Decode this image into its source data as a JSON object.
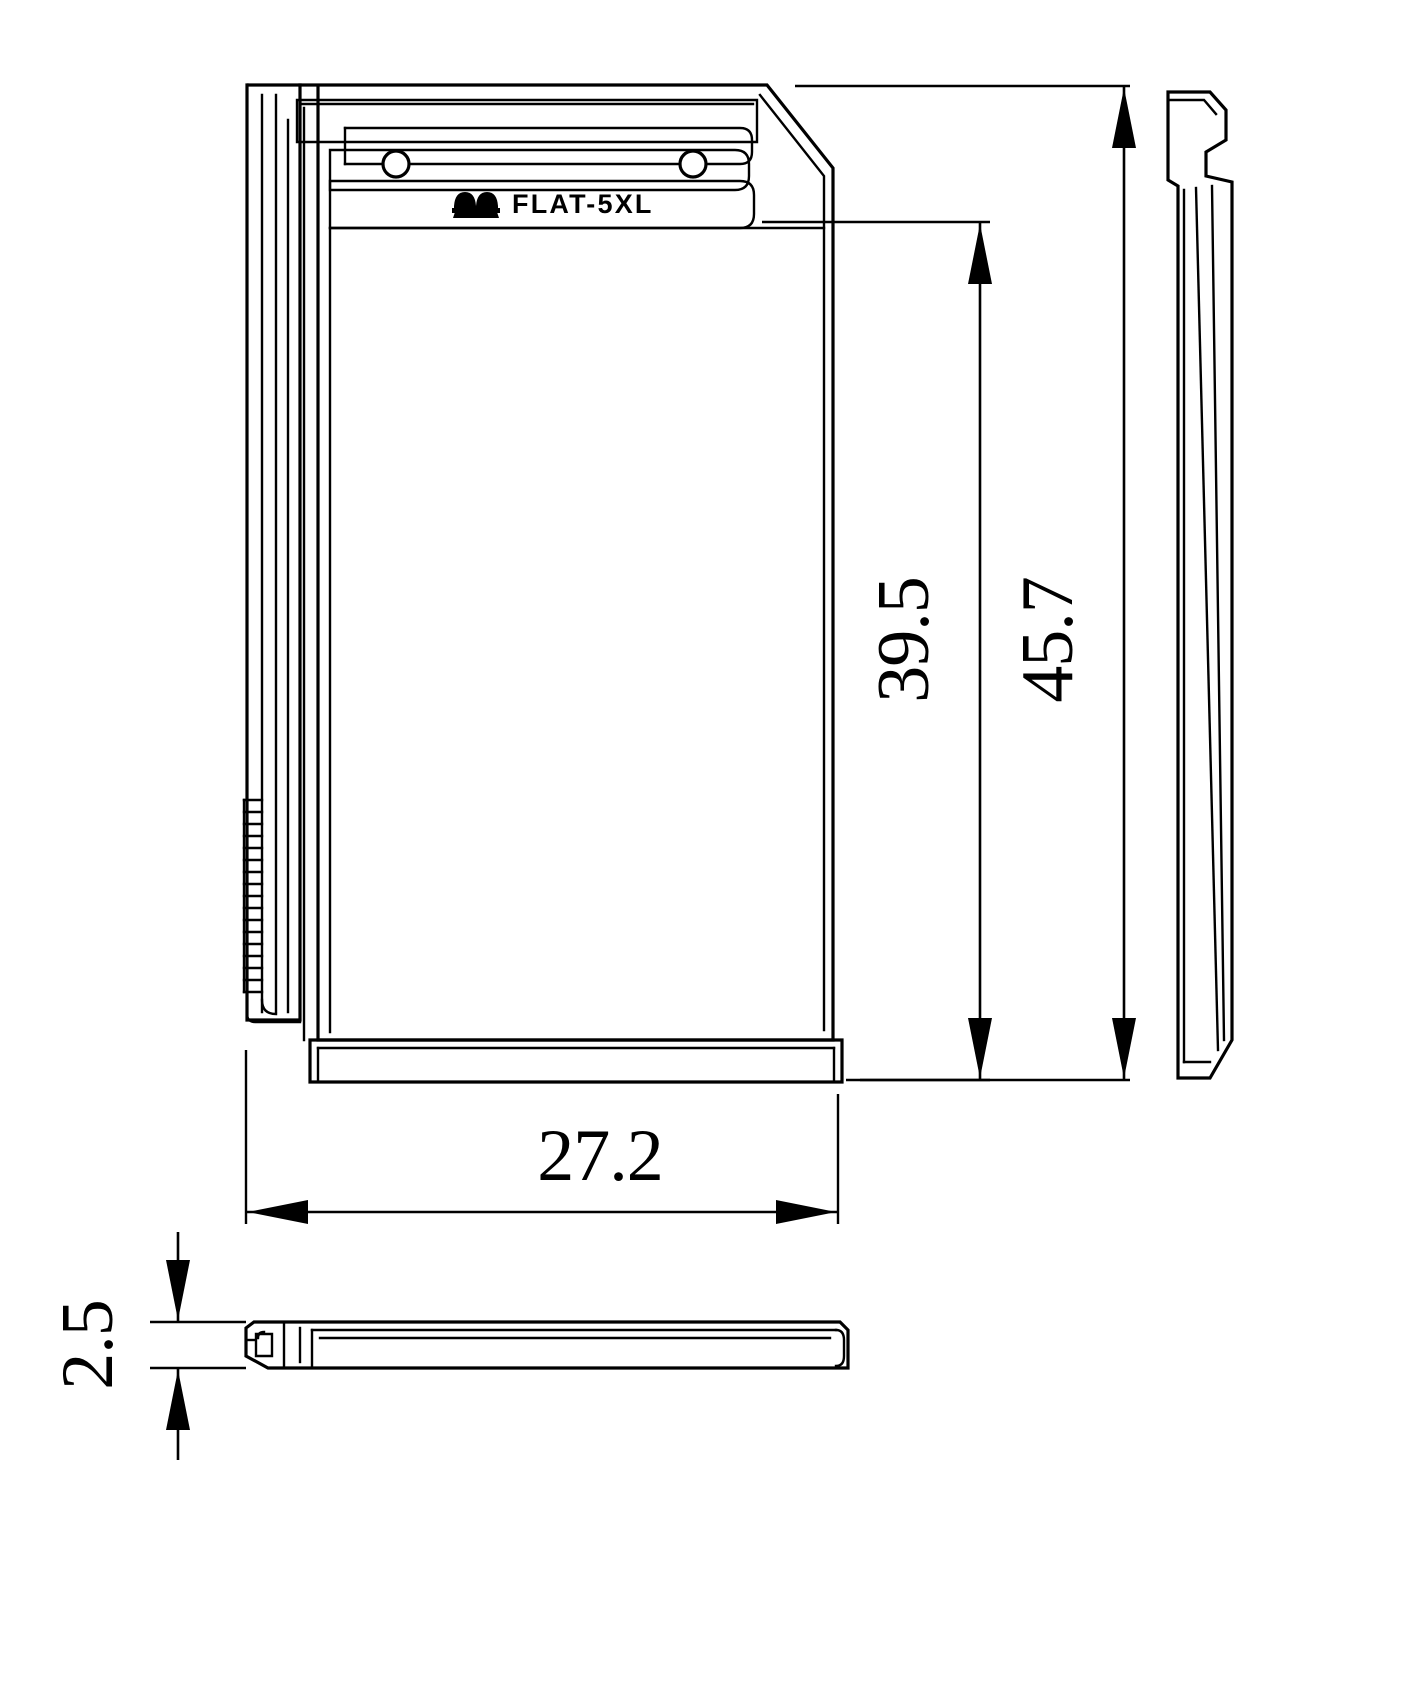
{
  "drawing": {
    "title": "FLAT-5XL",
    "product_marking": "FLAT-5XL",
    "logo_icon": "roof-tile-logo-icon",
    "units_note": "",
    "views": [
      {
        "name": "front-view",
        "label": ""
      },
      {
        "name": "right-side-view",
        "label": ""
      },
      {
        "name": "bottom-view",
        "label": ""
      }
    ]
  },
  "dimensions": {
    "overall_height": {
      "value": "45.7",
      "orientation": "vertical",
      "name": "dimension-45-7"
    },
    "inner_height": {
      "value": "39.5",
      "orientation": "vertical",
      "name": "dimension-39-5"
    },
    "width": {
      "value": "27.2",
      "orientation": "horizontal",
      "name": "dimension-27-2"
    },
    "thickness": {
      "value": "2.5",
      "orientation": "vertical",
      "name": "dimension-2-5"
    }
  },
  "colors": {
    "line": "#000000",
    "background": "#ffffff"
  }
}
